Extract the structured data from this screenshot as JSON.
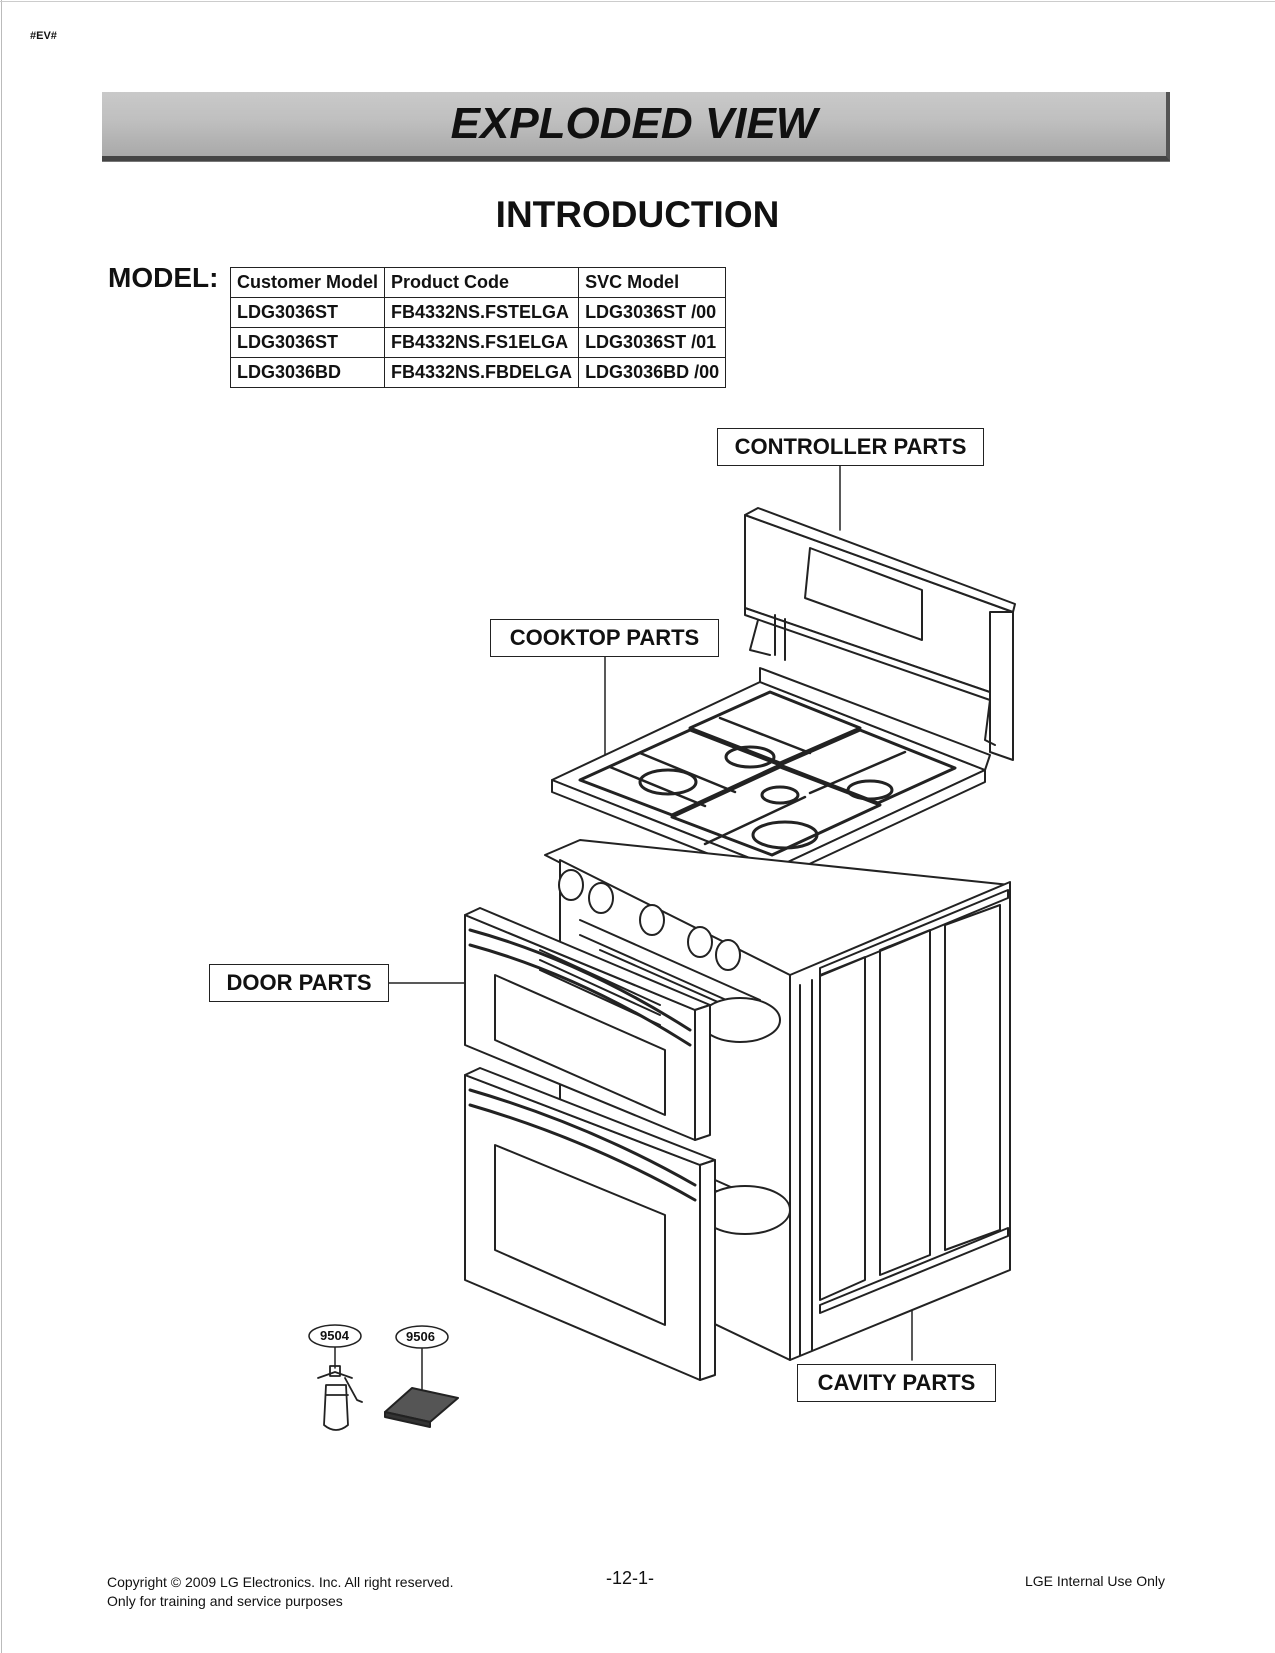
{
  "page_tag": "#EV#",
  "banner_title": "EXPLODED VIEW",
  "section_title": "INTRODUCTION",
  "model_label": "MODEL:",
  "model_table": {
    "headers": [
      "Customer Model",
      "Product Code",
      "SVC Model"
    ],
    "rows": [
      [
        "LDG3036ST",
        "FB4332NS.FSTELGA",
        "LDG3036ST /00"
      ],
      [
        "LDG3036ST",
        "FB4332NS.FS1ELGA",
        "LDG3036ST /01"
      ],
      [
        "LDG3036BD",
        "FB4332NS.FBDELGA",
        "LDG3036BD /00"
      ]
    ]
  },
  "callouts": {
    "controller": "CONTROLLER PARTS",
    "cooktop": "COOKTOP PARTS",
    "door": "DOOR PARTS",
    "cavity": "CAVITY PARTS"
  },
  "part_numbers": {
    "sprayer": "9504",
    "pad": "9506"
  },
  "footer": {
    "copyright": "Copyright © 2009 LG Electronics. Inc. All right reserved.",
    "purpose": "Only for training and service purposes",
    "page_number": "-12-1-",
    "internal": "LGE Internal Use Only"
  }
}
